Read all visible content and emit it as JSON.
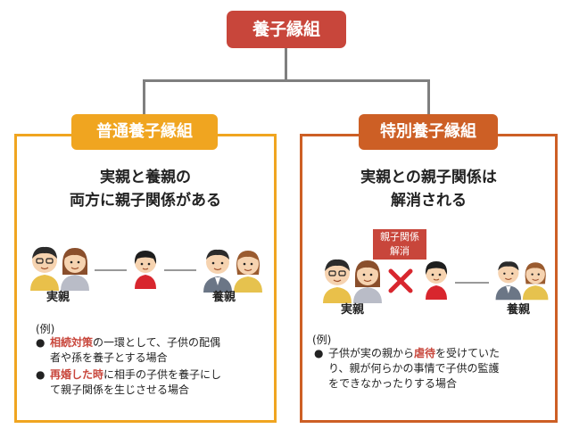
{
  "title": "養子縁組",
  "left": {
    "label": "普通養子縁組",
    "heading_line1": "実親と養親の",
    "heading_line2": "両方に親子関係がある",
    "caption_birth": "実親",
    "caption_adoptive": "養親",
    "example_head": "(例)",
    "bullet1": {
      "highlight": "相続対策",
      "line1_rest": "の一環として、子供の配偶",
      "line2": "者や孫を養子とする場合"
    },
    "bullet2": {
      "highlight": "再婚した時",
      "line1_rest": "に相手の子供を養子にし",
      "line2": "て親子関係を生じさせる場合"
    }
  },
  "right": {
    "label": "特別養子縁組",
    "heading_line1": "実親との親子関係は",
    "heading_line2": "解消される",
    "sever_line1": "親子関係",
    "sever_line2": "解消",
    "caption_birth": "実親",
    "caption_adoptive": "養親",
    "example_head": "(例)",
    "bullet": {
      "line1_pre": "子供が実の親から",
      "highlight": "虐待",
      "line1_post": "を受けていた",
      "line2": "り、親が何らかの事情で子供の監護",
      "line3": "をできなかったりする場合"
    }
  },
  "colors": {
    "title_bg": "#c8463b",
    "normal_accent": "#f0a520",
    "special_accent": "#cd5f25",
    "highlight_text": "#c8463b",
    "connector": "#7f7f7f"
  }
}
